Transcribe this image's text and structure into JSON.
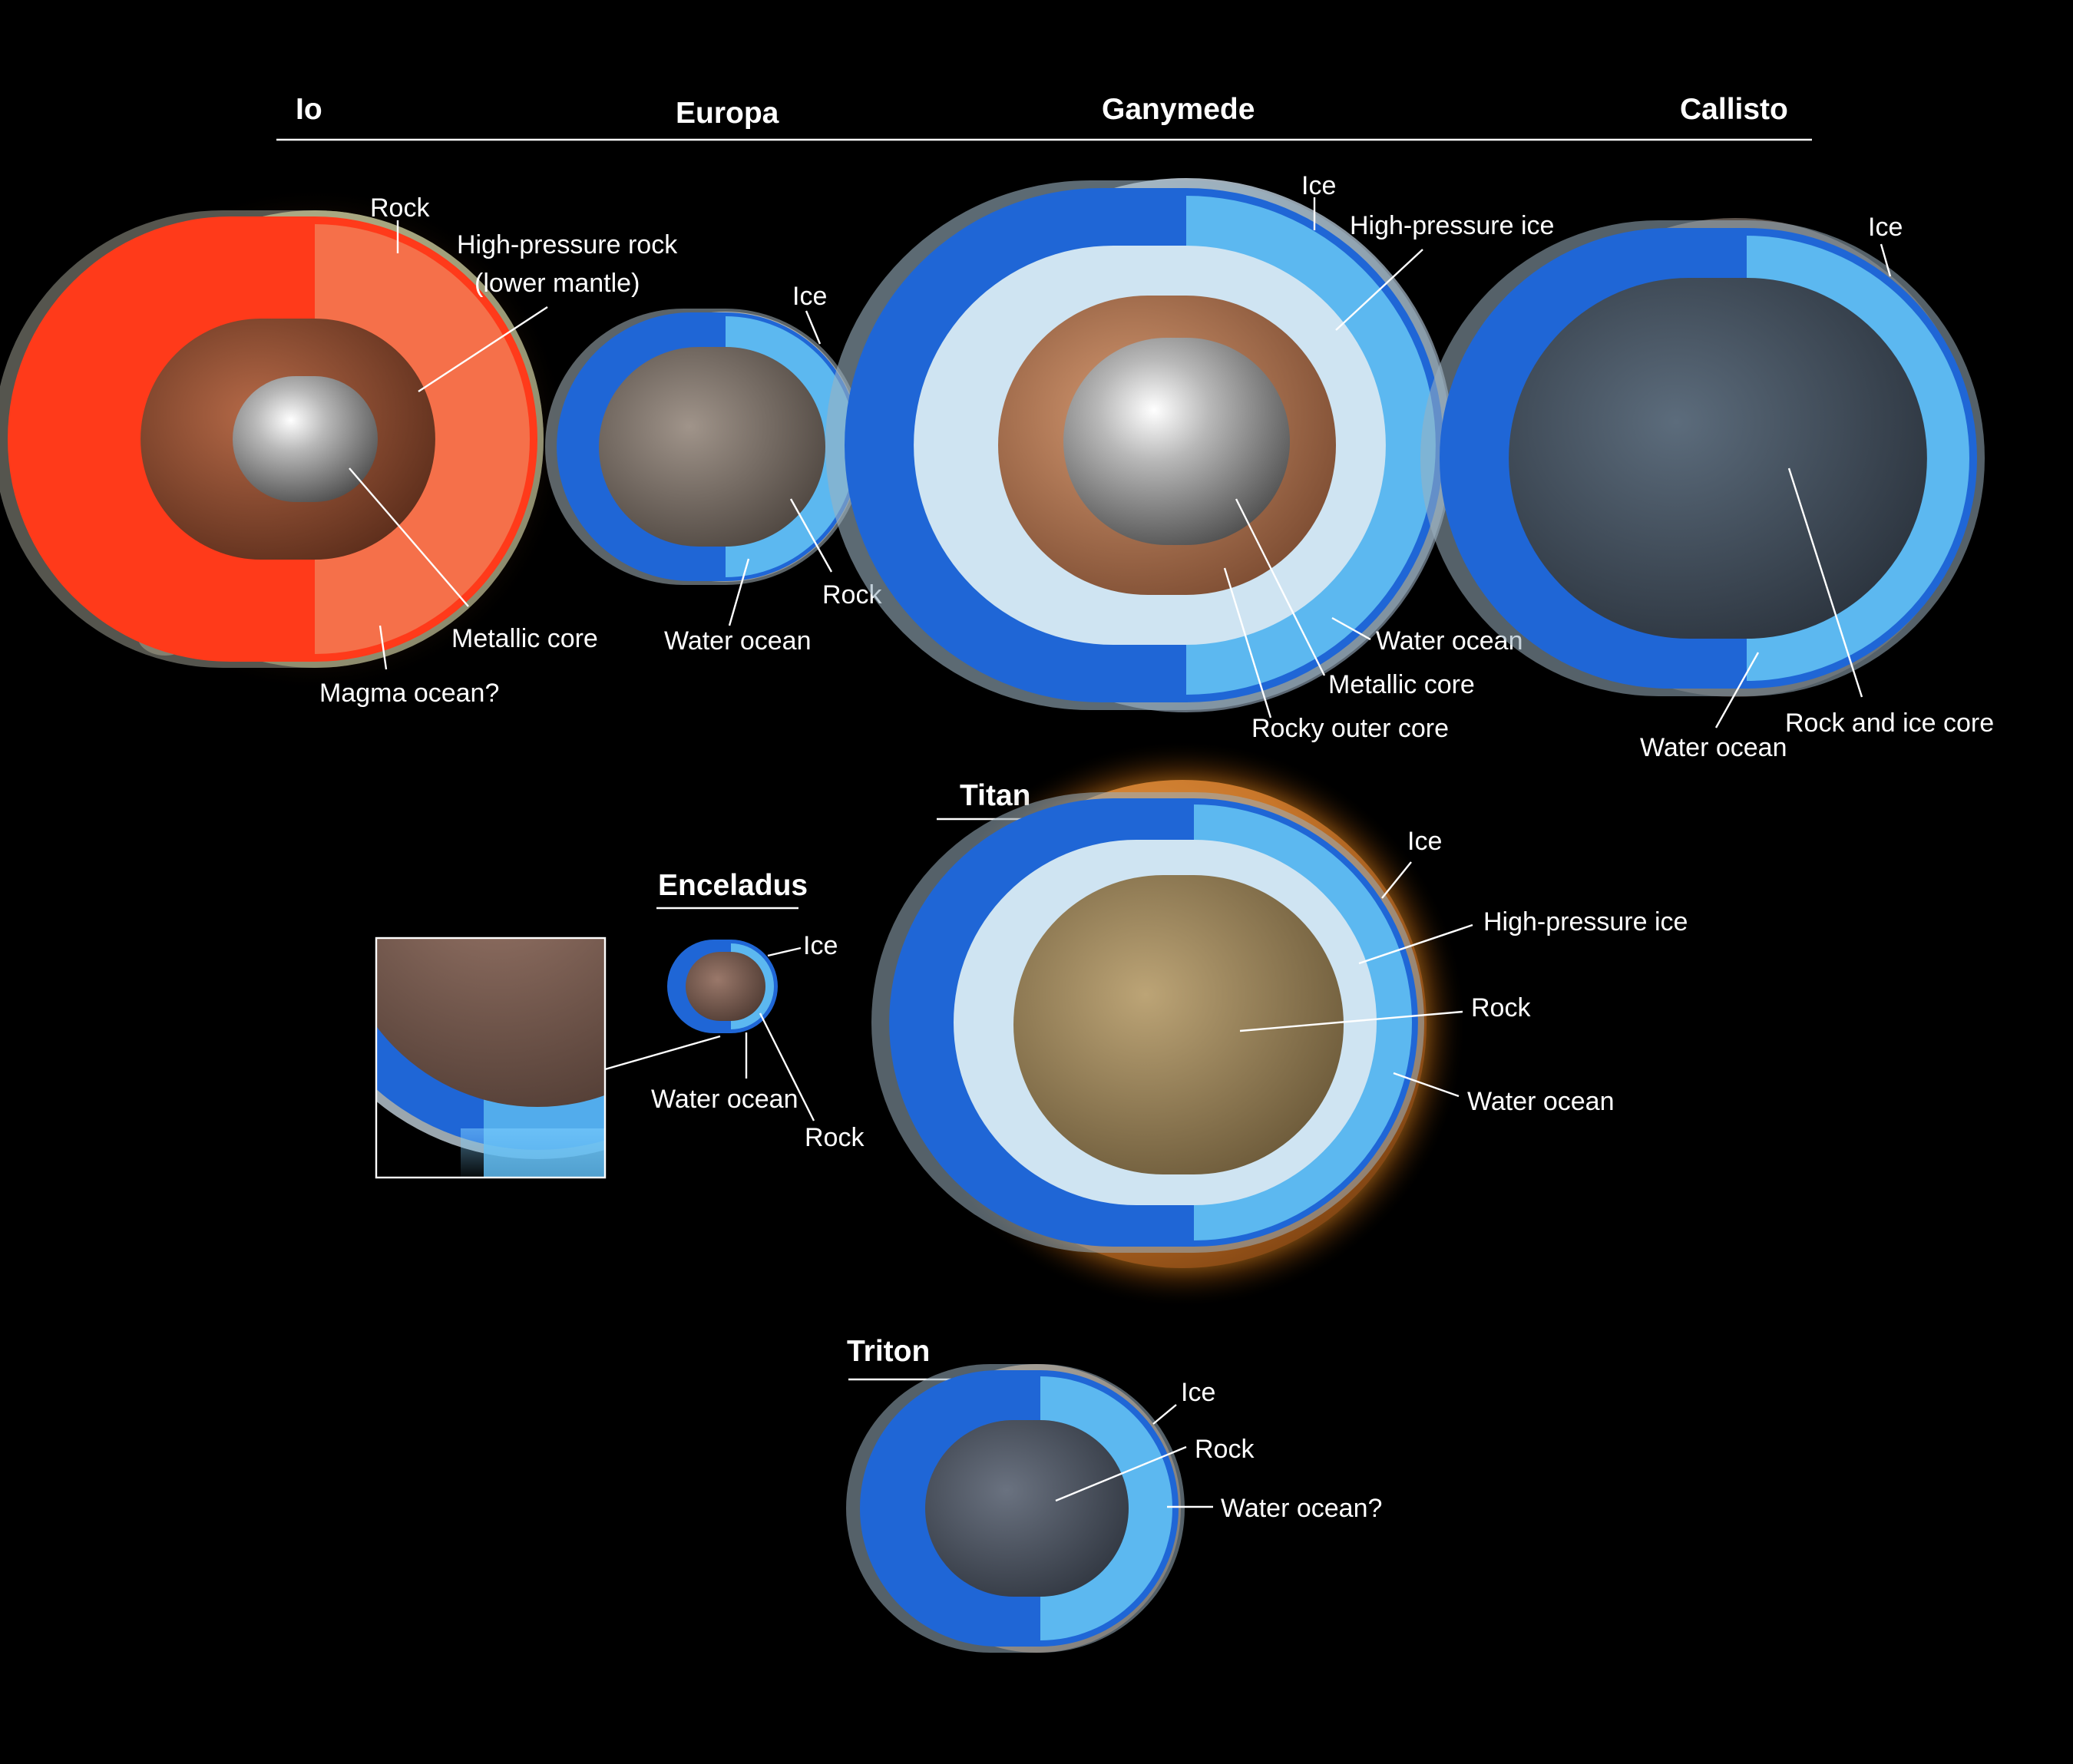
{
  "moons": {
    "io": {
      "name": "Io",
      "labels": {
        "rock": "Rock",
        "hp_rock_1": "High-pressure rock",
        "hp_rock_2": "(lower mantle)",
        "metallic_core": "Metallic core",
        "magma_ocean": "Magma ocean?"
      }
    },
    "europa": {
      "name": "Europa",
      "labels": {
        "ice": "Ice",
        "rock": "Rock",
        "water_ocean": "Water ocean"
      }
    },
    "ganymede": {
      "name": "Ganymede",
      "labels": {
        "ice": "Ice",
        "hp_ice": "High-pressure ice",
        "water_ocean": "Water ocean",
        "metallic_core": "Metallic core",
        "rocky_outer_core": "Rocky outer core"
      }
    },
    "callisto": {
      "name": "Callisto",
      "labels": {
        "ice": "Ice",
        "rock_ice_core": "Rock and ice core",
        "water_ocean": "Water ocean"
      }
    },
    "titan": {
      "name": "Titan",
      "labels": {
        "ice": "Ice",
        "hp_ice": "High-pressure ice",
        "rock": "Rock",
        "water_ocean": "Water ocean"
      }
    },
    "enceladus": {
      "name": "Enceladus",
      "labels": {
        "ice": "Ice",
        "water_ocean": "Water ocean",
        "rock": "Rock"
      }
    },
    "triton": {
      "name": "Triton",
      "labels": {
        "ice": "Ice",
        "rock": "Rock",
        "water_ocean": "Water ocean?"
      }
    }
  },
  "colors": {
    "background": "#000000",
    "text": "#ffffff",
    "ice": "#5cb8f0",
    "water_ocean": "#1f66d6",
    "high_pressure_ice": "#cfe4f2",
    "io_mantle": "#f5704a",
    "io_magma": "#ff3a1a"
  }
}
